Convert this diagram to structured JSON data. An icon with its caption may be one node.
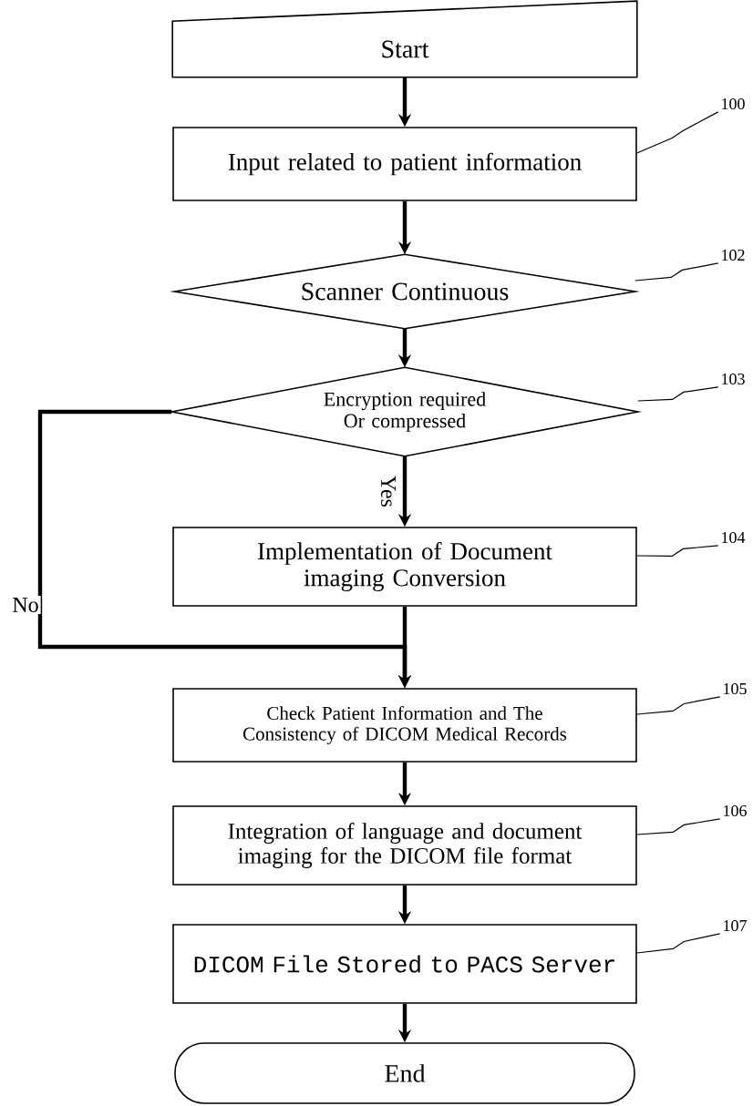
{
  "diagram": {
    "nodes": [
      {
        "text": [
          "Start"
        ]
      },
      {
        "text": [
          "Input related to patient information"
        ]
      },
      {
        "text": [
          "Scanner Continuous"
        ]
      },
      {
        "text": [
          "Encryption required Or compressed"
        ]
      },
      {
        "text": [
          "Implementation of Document imaging Conversion"
        ]
      },
      {
        "text": [
          "Check Patient Information and The Consistency of DICOM Medical Records"
        ]
      },
      {
        "text": [
          "Integration of language and document imaging for the DICOM file format"
        ]
      },
      {
        "text": [
          "DICOM File Stored to PACS Server"
        ]
      },
      {
        "text": [
          "End"
        ]
      },
      {
        "text": [
          "100"
        ]
      },
      {
        "text": [
          "102"
        ]
      },
      {
        "text": [
          "103"
        ]
      },
      {
        "text": [
          "104"
        ]
      },
      {
        "text": [
          "105"
        ]
      },
      {
        "text": [
          "106"
        ]
      },
      {
        "text": [
          "107"
        ]
      }
    ],
    "edges": [
      {
        "from": 0,
        "to": 1,
        "arrow": "to"
      },
      {
        "from": 1,
        "to": 2,
        "arrow": "to"
      },
      {
        "from": 2,
        "to": 3,
        "arrow": "to"
      },
      {
        "from": 3,
        "to": 4,
        "arrow": "to",
        "label": "Yes"
      },
      {
        "from": 3,
        "to": 5,
        "arrow": "to",
        "label": "No"
      },
      {
        "from": 4,
        "to": 5,
        "arrow": "to"
      },
      {
        "from": 5,
        "to": 6,
        "arrow": "to"
      },
      {
        "from": 6,
        "to": 7,
        "arrow": "to"
      },
      {
        "from": 7,
        "to": 8,
        "arrow": "to"
      },
      {
        "from": 9,
        "to": 1,
        "arrow": "none"
      },
      {
        "from": 10,
        "to": 2,
        "arrow": "none"
      },
      {
        "from": 11,
        "to": 3,
        "arrow": "none"
      },
      {
        "from": 12,
        "to": 4,
        "arrow": "none"
      },
      {
        "from": 13,
        "to": 5,
        "arrow": "none"
      },
      {
        "from": 14,
        "to": 6,
        "arrow": "none"
      },
      {
        "from": 15,
        "to": 7,
        "arrow": "none"
      }
    ]
  }
}
